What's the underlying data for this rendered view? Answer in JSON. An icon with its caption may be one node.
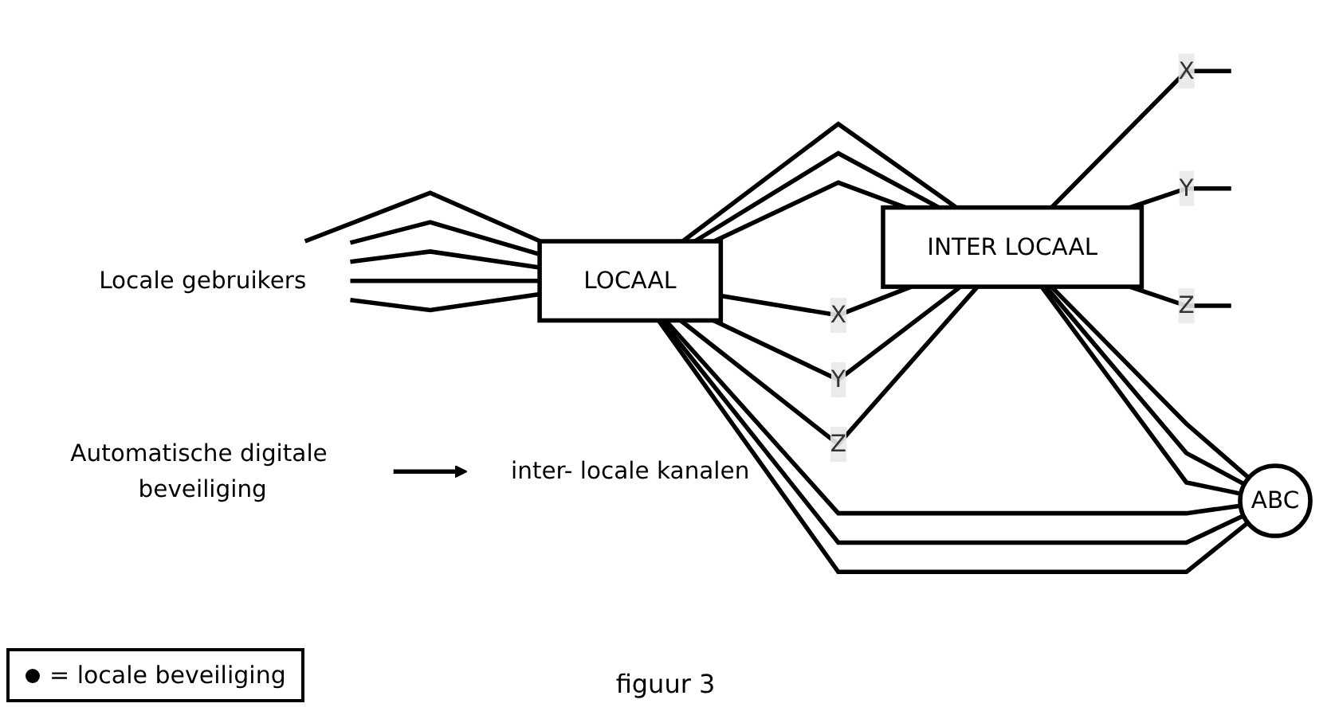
{
  "diagram": {
    "caption": "figuur 3",
    "nodes": [
      {
        "text": [
          "Locale gebruikers"
        ]
      },
      {
        "text": [
          "LOCAAL"
        ]
      },
      {
        "text": [
          "INTER LOCAAL"
        ]
      },
      {
        "text": [
          "ABC"
        ]
      },
      {
        "text": [
          "Automatische digitale beveiliging"
        ]
      },
      {
        "text": [
          "inter- locale kanalen"
        ]
      }
    ],
    "edges": [
      {
        "from": 0,
        "to": 1,
        "arrow": "none"
      },
      {
        "from": 0,
        "to": 1,
        "arrow": "none"
      },
      {
        "from": 0,
        "to": 1,
        "arrow": "none"
      },
      {
        "from": 0,
        "to": 1,
        "arrow": "none"
      },
      {
        "from": 0,
        "to": 1,
        "arrow": "none"
      },
      {
        "from": 1,
        "to": 2,
        "arrow": "none"
      },
      {
        "from": 1,
        "to": 2,
        "arrow": "none"
      },
      {
        "from": 1,
        "to": 2,
        "arrow": "none"
      },
      {
        "from": 1,
        "to": 2,
        "label": "X",
        "arrow": "none"
      },
      {
        "from": 1,
        "to": 2,
        "label": "Y",
        "arrow": "none"
      },
      {
        "from": 1,
        "to": 2,
        "label": "Z",
        "arrow": "none"
      },
      {
        "from": 2,
        "to": null,
        "label": "X",
        "arrow": "none"
      },
      {
        "from": 2,
        "to": null,
        "label": "Y",
        "arrow": "none"
      },
      {
        "from": 2,
        "to": null,
        "label": "Z",
        "arrow": "none"
      },
      {
        "from": 1,
        "to": 3,
        "arrow": "none"
      },
      {
        "from": 1,
        "to": 3,
        "arrow": "none"
      },
      {
        "from": 1,
        "to": 3,
        "arrow": "none"
      },
      {
        "from": 2,
        "to": 3,
        "arrow": "none"
      },
      {
        "from": 2,
        "to": 3,
        "arrow": "none"
      },
      {
        "from": 2,
        "to": 3,
        "arrow": "none"
      },
      {
        "from": 4,
        "to": 5,
        "arrow": "to"
      }
    ],
    "legend": [
      {
        "text": "= locale beveiliging"
      }
    ]
  }
}
